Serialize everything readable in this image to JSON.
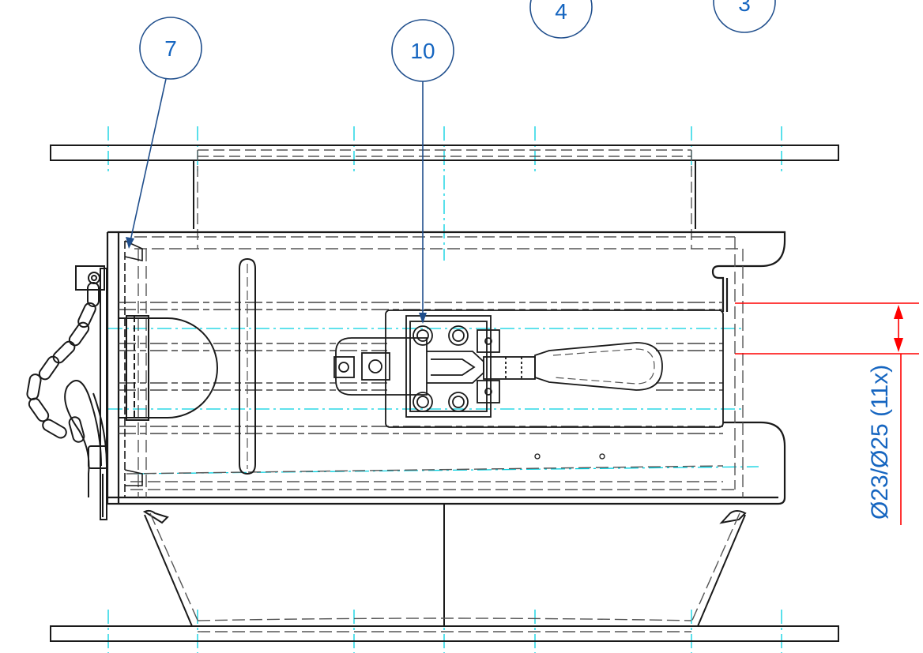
{
  "balloons": {
    "b7": "7",
    "b10": "10",
    "b4": "4",
    "b3": "3"
  },
  "dimension": {
    "hole_label": "Ø23/Ø25 (11x)"
  },
  "colors": {
    "outline": "#1a1a1a",
    "hidden": "#555555",
    "centerline": "#00d0e0",
    "annotation": "#1565c0",
    "leader": "#1f4e8c",
    "dimension": "#ff0000"
  }
}
